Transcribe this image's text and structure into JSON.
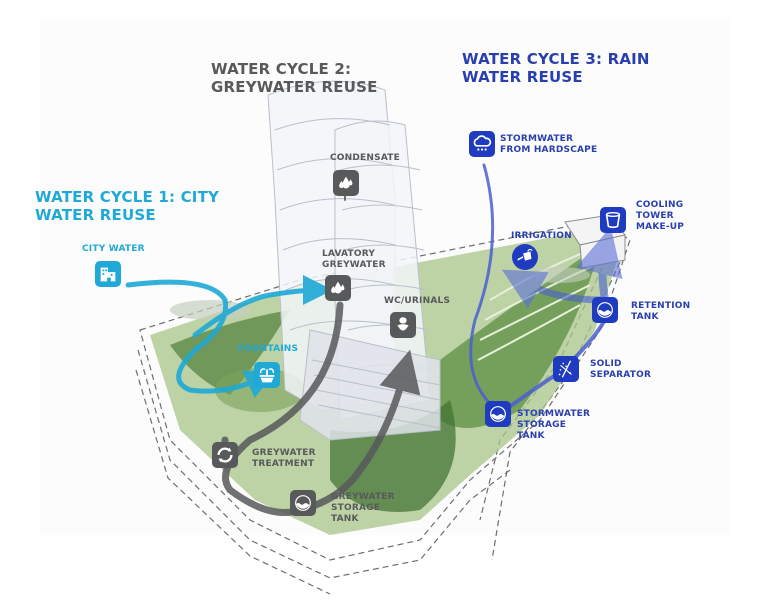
{
  "colors": {
    "cycle1": "#1fa9d6",
    "cycle2": "#58595b",
    "cycle3": "#1f3bbf",
    "landscape_green": "#6f9a4a",
    "site_outline": "#6d6e70"
  },
  "cycle1": {
    "title_line1": "WATER CYCLE 1: CITY",
    "title_line2": "WATER REUSE",
    "nodes": [
      {
        "label": "CITY WATER",
        "icon": "building-icon"
      },
      {
        "label": "FOUNTAINS",
        "icon": "fountain-icon"
      }
    ]
  },
  "cycle2": {
    "title_line1": "WATER CYCLE 2:",
    "title_line2": "GREYWATER REUSE",
    "nodes": [
      {
        "label": "CONDENSATE",
        "icon": "water-drops-icon"
      },
      {
        "label_line1": "LAVATORY",
        "label_line2": "GREYWATER",
        "icon": "water-drops-icon"
      },
      {
        "label": "WC/URINALS",
        "icon": "toilet-icon"
      },
      {
        "label_line1": "GREYWATER",
        "label_line2": "TREATMENT",
        "icon": "recycle-icon"
      },
      {
        "label_line1": "GREYWATER",
        "label_line2": "STORAGE",
        "label_line3": "TANK",
        "icon": "tank-icon"
      }
    ]
  },
  "cycle3": {
    "title_line1": "WATER CYCLE 3: RAIN",
    "title_line2": "WATER REUSE",
    "nodes": [
      {
        "label_line1": "STORMWATER",
        "label_line2": "FROM HARDSCAPE",
        "icon": "rain-cloud-icon"
      },
      {
        "label": "IRRIGATION",
        "icon": "watering-can-icon"
      },
      {
        "label_line1": "COOLING",
        "label_line2": "TOWER",
        "label_line3": "MAKE-UP",
        "icon": "bucket-icon"
      },
      {
        "label_line1": "RETENTION",
        "label_line2": "TANK",
        "icon": "tank-icon"
      },
      {
        "label_line1": "SOLID",
        "label_line2": "SEPARATOR",
        "icon": "separator-icon"
      },
      {
        "label_line1": "STORMWATER",
        "label_line2": "STORAGE",
        "label_line3": "TANK",
        "icon": "tank-icon"
      }
    ]
  }
}
